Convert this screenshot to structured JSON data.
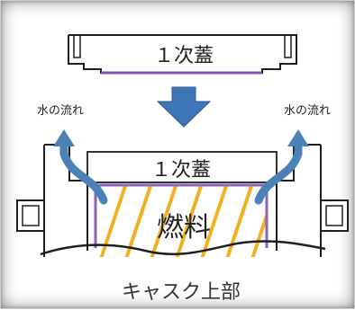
{
  "labels": {
    "lid_top": "１次蓋",
    "lid_installed": "１次蓋",
    "fuel": "燃料",
    "water_flow_left": "水の流れ",
    "water_flow_right": "水の流れ",
    "cask_top": "キャスク上部"
  },
  "colors": {
    "lid_outline": "#1f1f1f",
    "lid_bottom_edge": "#7b54a8",
    "fuel_border": "#8a64b8",
    "fuel_stripe": "#f2b21f",
    "flow_arrow": "#4a82b8",
    "down_arrow": "#3f76b7",
    "cask_outline": "#1f1f1f"
  },
  "icons": {
    "down_arrow": "down-arrow-icon",
    "flow_arrow": "curved-arrow-icon"
  }
}
